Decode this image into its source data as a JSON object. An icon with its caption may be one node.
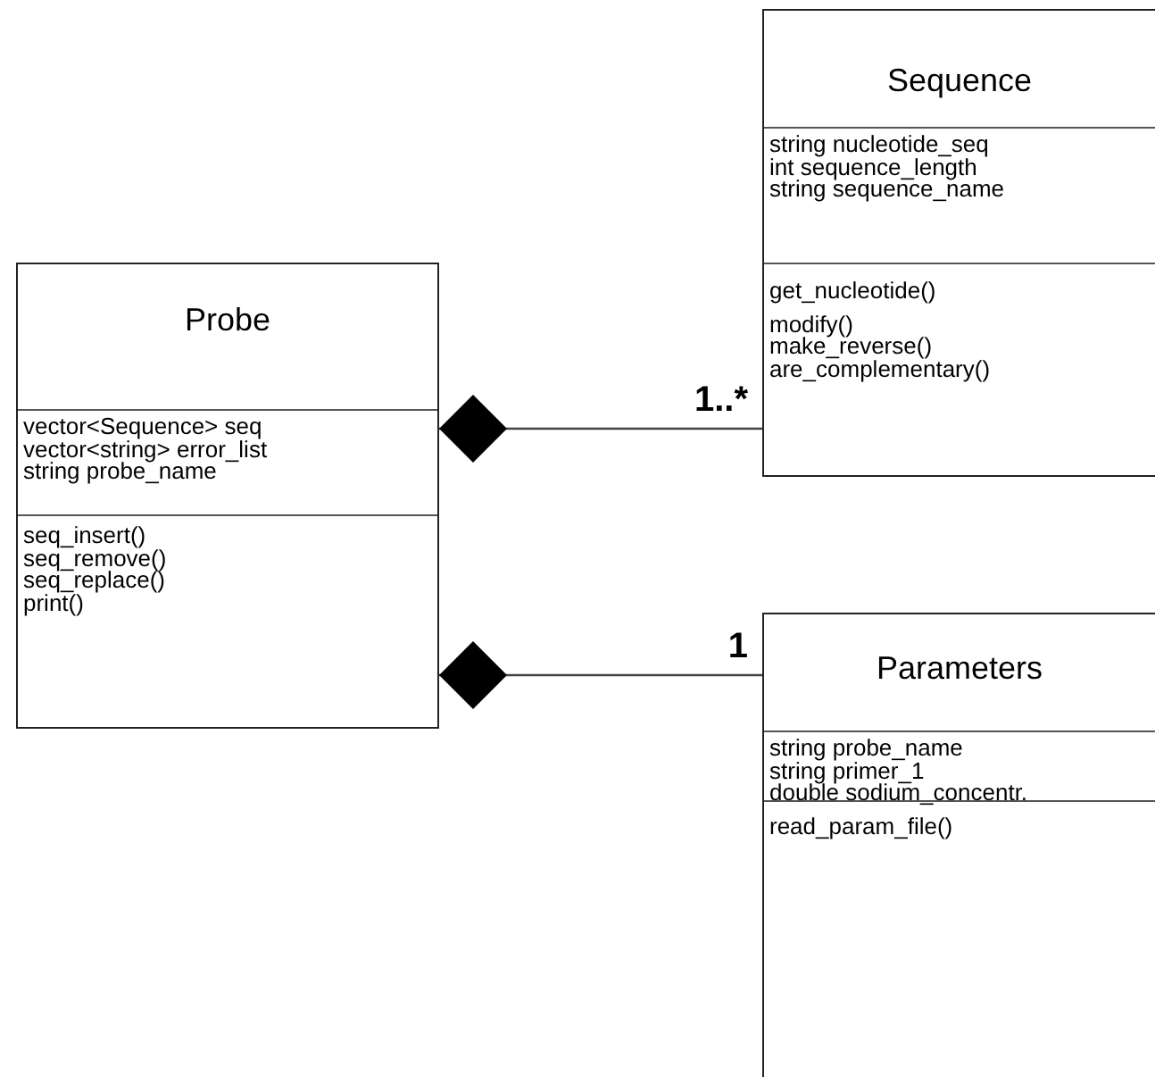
{
  "diagram": {
    "nodes": [
      {
        "text": [
          "Probe",
          "vector<Sequence> seq",
          "vector<string> error_list",
          "string probe_name",
          "seq_insert()",
          "seq_remove()",
          "seq_replace()",
          "print()"
        ]
      },
      {
        "text": [
          "Sequence",
          "string nucleotide_seq",
          "int sequence_length",
          "string sequence_name",
          "get_nucleotide()",
          "modify()",
          "make_reverse()",
          "are_complementary()"
        ]
      },
      {
        "text": [
          "Parameters",
          "string probe_name",
          "string primer_1",
          "double sodium_concentr.",
          "read_param_file()"
        ]
      }
    ],
    "edges": [
      {
        "from": 0,
        "to": 1,
        "arrow": "other",
        "label": "1..*"
      },
      {
        "from": 0,
        "to": 2,
        "arrow": "other",
        "label": "1"
      }
    ]
  }
}
